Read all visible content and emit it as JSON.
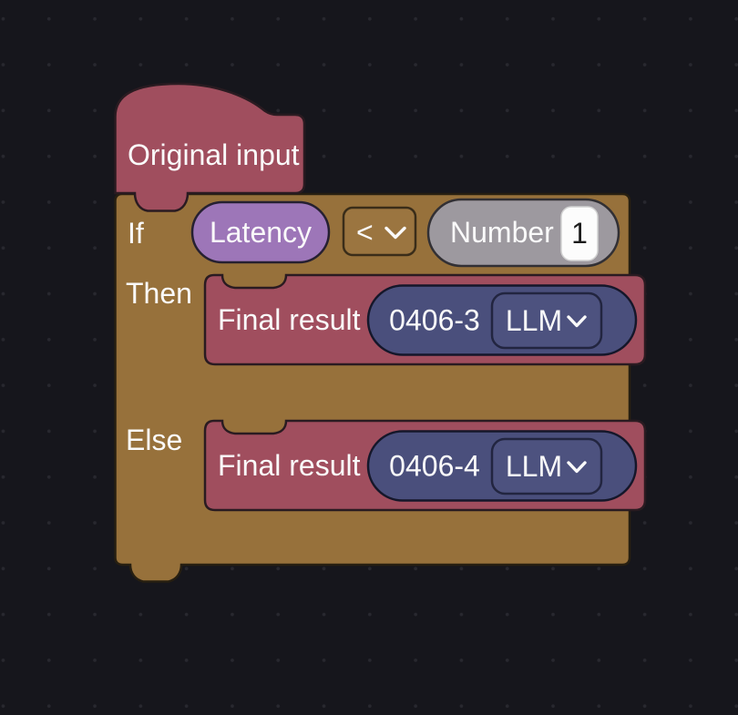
{
  "workspace": {
    "description": "block editor canvas with dotted grid"
  },
  "blocks": {
    "hat": {
      "label": "Original input"
    },
    "if": {
      "keyword": "If",
      "condition": {
        "variable": "Latency",
        "operator": "<",
        "operator_dropdown_icon": "chevron-down",
        "value_type": "Number",
        "value": "1"
      },
      "then": {
        "keyword": "Then",
        "statement": {
          "label": "Final result",
          "output": "0406-3",
          "model": "LLM",
          "model_dropdown_icon": "chevron-down"
        }
      },
      "else": {
        "keyword": "Else",
        "statement": {
          "label": "Final result",
          "output": "0406-4",
          "model": "LLM",
          "model_dropdown_icon": "chevron-down"
        }
      }
    }
  },
  "colors": {
    "background": "#16161c",
    "grid_dot": "#28282f",
    "block_brown": "#97713b",
    "block_maroon": "#a04e5e",
    "pill_purple": "#9d76b8",
    "pill_gray": "#9d999f",
    "pill_navy": "#4a4f7c",
    "field_white": "#fcfcfc",
    "text_light": "#fafafa",
    "text_dark": "#1c1c1c"
  }
}
